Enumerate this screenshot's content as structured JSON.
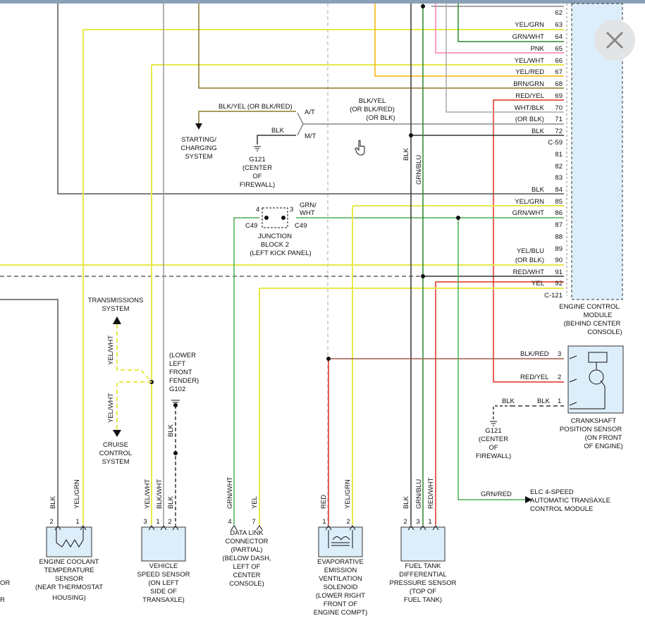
{
  "close": {
    "label": "close"
  },
  "wires": {
    "yelgrn_63": "YEL/GRN",
    "grnwht_64": "GRN/WHT",
    "pnk_65": "PNK",
    "yelwht_66": "YEL/WHT",
    "yelred_67": "YEL/RED",
    "brngrn_68": "BRN/GRN",
    "redyel_69": "RED/YEL",
    "whtblk_70": "WHT/BLK",
    "orblk_71": "(OR BLK)",
    "blk_72": "BLK",
    "blk_84": "BLK",
    "yelgrn_85": "YEL/GRN",
    "grnwht_86": "GRN/WHT",
    "yelblu_90a": "YEL/BLU",
    "yelblu_90b": "(OR BLK)",
    "redwht_91": "RED/WHT",
    "yel_92": "YEL"
  },
  "pins": {
    "p62": "62",
    "p63": "63",
    "p64": "64",
    "p65": "65",
    "p66": "66",
    "p67": "67",
    "p68": "68",
    "p69": "69",
    "p70": "70",
    "p71": "71",
    "p72": "72",
    "c59": "C-59",
    "p81": "81",
    "p82": "82",
    "p83": "83",
    "p84": "84",
    "p85": "85",
    "p86": "86",
    "p87": "87",
    "p88": "88",
    "p89": "89",
    "p90": "90",
    "p91": "91",
    "p92": "92",
    "c121": "C-121"
  },
  "ecm": {
    "line1": "ENGINE CONTROL",
    "line2": "MODULE",
    "line3": "(BEHIND CENTER",
    "line4": "CONSOLE)"
  },
  "transmission_select": {
    "blkyel": "BLK/YEL (OR BLK/RED)",
    "at": "A/T",
    "mt": "M/T",
    "blk": "BLK",
    "center_a": "BLK/YEL",
    "center_b": "(OR BLK/RED)",
    "center_c": "(OR BLK)"
  },
  "starting": {
    "line1": "STARTING/",
    "line2": "CHARGING",
    "line3": "SYSTEM"
  },
  "g121_top": {
    "line1": "G121",
    "line2": "(CENTER",
    "line3": "OF",
    "line4": "FIREWALL)"
  },
  "vertical_labels": {
    "blk": "BLK",
    "grnblu": "GRN/BLU"
  },
  "junction": {
    "pin4": "4",
    "pin3": "3",
    "c49_left": "C49",
    "c49_right": "C49",
    "grn": "GRN/",
    "wht": "WHT",
    "line1": "JUNCTION",
    "line2": "BLOCK 2",
    "line3": "(LEFT KICK PANEL)"
  },
  "transmissions": {
    "top1": "TRANSMISSIONS",
    "top2": "SYSTEM",
    "bottom1": "CRUISE",
    "bottom2": "CONTROL",
    "bottom3": "SYSTEM",
    "wire_a": "YEL/WHT",
    "wire_b": "YEL/WHT"
  },
  "g102": {
    "line1": "(LOWER",
    "line2": "LEFT",
    "line3": "FRONT",
    "line4": "FENDER)",
    "line5": "G102",
    "wire": "BLK"
  },
  "bottom_wires": {
    "ect_blk": "BLK",
    "ect_yelgrn": "YEL/GRN",
    "vss_yelwht": "YEL/WHT",
    "vss_blkwht": "BLK/WHT",
    "vss_blk": "BLK",
    "dlc_grnwht": "GRN/WHT",
    "dlc_yel": "YEL",
    "evap_red": "RED",
    "evap_yelgrn": "YEL/GRN",
    "ft_blk": "BLK",
    "ft_grnblu": "GRN/BLU",
    "ft_redwht": "RED/WHT"
  },
  "bottom_pins": {
    "ect2": "2",
    "ect1": "1",
    "vss3": "3",
    "vss1": "1",
    "vss2": "2",
    "dlc4": "4",
    "dlc7": "7",
    "evap1": "1",
    "evap2": "2",
    "ft2": "2",
    "ft3": "3",
    "ft1": "1"
  },
  "components": {
    "ect": [
      "ENGINE COOLANT",
      "TEMPERATURE",
      "SENSOR",
      "(NEAR THERMOSTAT",
      "HOUSING)"
    ],
    "vss": [
      "VEHICLE",
      "SPEED SENSOR",
      "(ON LEFT",
      "SIDE OF",
      "TRANSAXLE)"
    ],
    "dlc": [
      "DATA LINK",
      "CONNECTOR",
      "(PARTIAL)",
      "(BELOW DASH,",
      "LEFT OF",
      "CENTER",
      "CONSOLE)"
    ],
    "evap": [
      "EVAPORATIVE",
      "EMISSION",
      "VENTILATION",
      "SOLENOID",
      "(LOWER RIGHT",
      "FRONT OF",
      "ENGINE COMPT)"
    ],
    "ftp": [
      "FUEL TANK",
      "DIFFERENTIAL",
      "PRESSURE SENSOR",
      "(TOP OF",
      "FUEL TANK)"
    ],
    "ckp": [
      "CRANKSHAFT",
      "POSITION SENSOR",
      "(ON FRONT",
      "OF ENGINE)"
    ],
    "elc": [
      "ELC 4-SPEED",
      "AUTOMATIC TRANSAXLE",
      "CONTROL MODULE"
    ]
  },
  "ckp_wires": {
    "blkred": "BLK/RED",
    "redyel": "RED/YEL",
    "blk": "BLK",
    "blk_left": "BLK",
    "pin3": "3",
    "pin2": "2",
    "pin1": "1"
  },
  "g121_bottom": {
    "line1": "G121",
    "line2": "(CENTER",
    "line3": "OF",
    "line4": "FIREWALL)"
  },
  "elc_wire": "GRN/RED",
  "left_edge": {
    "a": "OR",
    "b": "R"
  }
}
